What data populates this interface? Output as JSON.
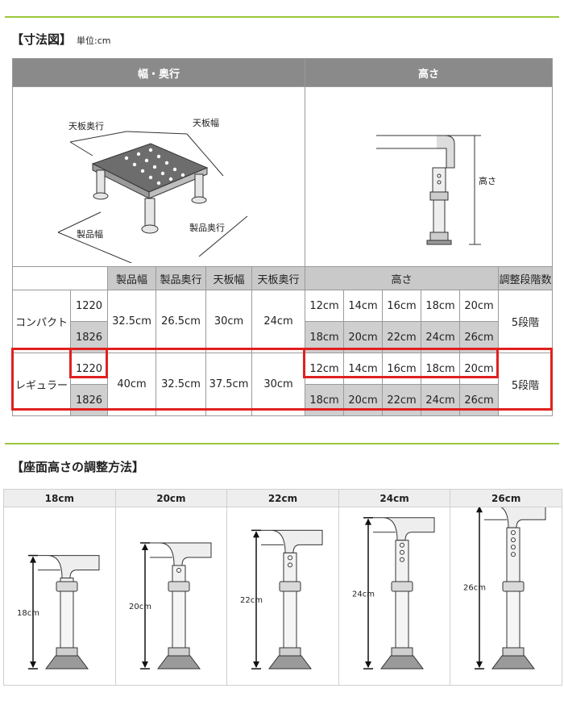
{
  "section1": {
    "title": "【寸法図】",
    "unit": "単位:cm"
  },
  "spec_table": {
    "header_width_depth": "幅・奥行",
    "header_height": "高さ",
    "diagram_labels": {
      "top_depth": "天板奥行",
      "top_width": "天板幅",
      "product_width": "製品幅",
      "product_depth": "製品奥行",
      "height": "高さ"
    },
    "col_headers": [
      "製品幅",
      "製品奥行",
      "天板幅",
      "天板奥行",
      "高さ",
      "調整段階数"
    ],
    "rows": [
      {
        "name": "コンパクト",
        "codes": [
          "1220",
          "1826"
        ],
        "width": "32.5cm",
        "depth": "26.5cm",
        "top_width": "30cm",
        "top_depth": "24cm",
        "heights": [
          [
            "12cm",
            "14cm",
            "16cm",
            "18cm",
            "20cm"
          ],
          [
            "18cm",
            "20cm",
            "22cm",
            "24cm",
            "26cm"
          ]
        ],
        "steps": "5段階"
      },
      {
        "name": "レギュラー",
        "codes": [
          "1220",
          "1826"
        ],
        "width": "40cm",
        "depth": "32.5cm",
        "top_width": "37.5cm",
        "top_depth": "30cm",
        "heights": [
          [
            "12cm",
            "14cm",
            "16cm",
            "18cm",
            "20cm"
          ],
          [
            "18cm",
            "20cm",
            "22cm",
            "24cm",
            "26cm"
          ]
        ],
        "steps": "5段階"
      }
    ]
  },
  "section2": {
    "title": "【座面高さの調整方法】"
  },
  "adjust": [
    {
      "header": "18cm",
      "label": "18cm",
      "value": 18,
      "holes": 0
    },
    {
      "header": "20cm",
      "label": "20cm",
      "value": 20,
      "holes": 1
    },
    {
      "header": "22cm",
      "label": "22cm",
      "value": 22,
      "holes": 2
    },
    {
      "header": "24cm",
      "label": "24cm",
      "value": 24,
      "holes": 3
    },
    {
      "header": "26cm",
      "label": "26cm",
      "value": 26,
      "holes": 4
    }
  ],
  "colors": {
    "accent_green": "#9bc83c",
    "highlight_red": "#e02020",
    "header_gray": "#8a8a8a"
  }
}
